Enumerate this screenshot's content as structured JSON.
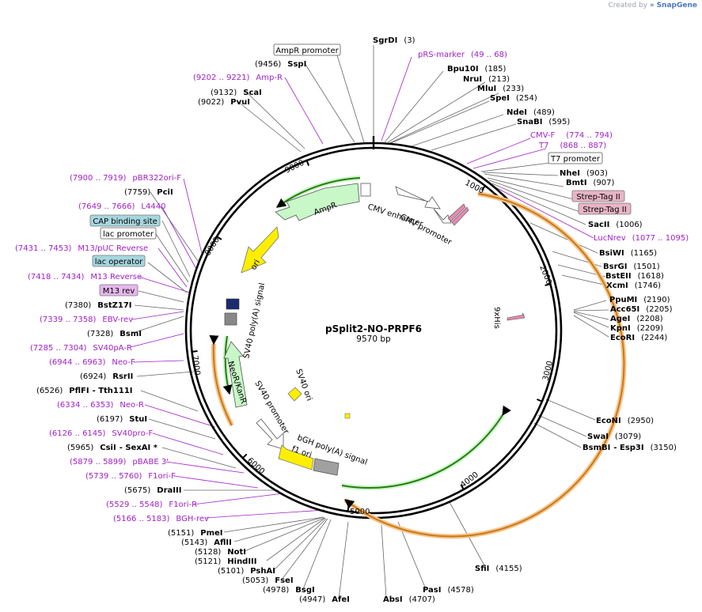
{
  "app": {
    "created_by": "Created by",
    "brand_mark": "»",
    "brand": "SnapGene",
    "colors": {
      "primer": "#a020c8",
      "brand": "#4a78c4"
    }
  },
  "plasmid": {
    "name": "pSplit2-NO-PRPF6",
    "size_label": "9570 bp",
    "length": 9570
  },
  "ticks": [
    "1000",
    "2000",
    "3000",
    "4000",
    "5000",
    "6000",
    "7000",
    "8000",
    "9000"
  ],
  "enzymes": [
    {
      "name": "SgrDI",
      "pos": "(3)"
    },
    {
      "name": "Bpu10I",
      "pos": "(185)"
    },
    {
      "name": "NruI",
      "pos": "(213)"
    },
    {
      "name": "MluI",
      "pos": "(233)"
    },
    {
      "name": "SpeI",
      "pos": "(254)"
    },
    {
      "name": "NdeI",
      "pos": "(489)"
    },
    {
      "name": "SnaBI",
      "pos": "(595)"
    },
    {
      "name": "NheI",
      "pos": "(903)"
    },
    {
      "name": "BmtI",
      "pos": "(907)"
    },
    {
      "name": "SacII",
      "pos": "(1006)"
    },
    {
      "name": "BsiWI",
      "pos": "(1165)"
    },
    {
      "name": "BsrGI",
      "pos": "(1501)"
    },
    {
      "name": "BstEII",
      "pos": "(1618)"
    },
    {
      "name": "XcmI",
      "pos": "(1746)"
    },
    {
      "name": "PpuMI",
      "pos": "(2190)"
    },
    {
      "name": "Acc65I",
      "pos": "(2205)"
    },
    {
      "name": "AgeI",
      "pos": "(2208)"
    },
    {
      "name": "KpnI",
      "pos": "(2209)"
    },
    {
      "name": "EcoRI",
      "pos": "(2244)"
    },
    {
      "name": "EcoNI",
      "pos": "(2950)"
    },
    {
      "name": "SwaI",
      "pos": "(3079)"
    },
    {
      "name": "BsmBI",
      "name2": "Esp3I",
      "pos": "(3150)"
    },
    {
      "name": "SfiI",
      "pos": "(4155)"
    },
    {
      "name": "PasI",
      "pos": "(4578)"
    },
    {
      "name": "AbsI",
      "pos": "(4707)"
    },
    {
      "name": "AfeI",
      "pos": "(4947)"
    },
    {
      "name": "BsgI",
      "pos": "(4978)"
    },
    {
      "name": "FseI",
      "pos": "(5053)"
    },
    {
      "name": "PshAI",
      "pos": "(5101)"
    },
    {
      "name": "HindIII",
      "pos": "(5121)"
    },
    {
      "name": "NotI",
      "pos": "(5128)"
    },
    {
      "name": "AflII",
      "pos": "(5143)"
    },
    {
      "name": "PmeI",
      "pos": "(5151)"
    },
    {
      "name": "DraIII",
      "pos": "(5675)"
    },
    {
      "name": "CsiI",
      "name2": "SexAI *",
      "pos": "(5965)"
    },
    {
      "name": "StuI",
      "pos": "(6197)"
    },
    {
      "name": "PflFI",
      "name2": "Tth111I",
      "pos": "(6526)"
    },
    {
      "name": "RsrII",
      "pos": "(6924)"
    },
    {
      "name": "BsmI",
      "pos": "(7328)"
    },
    {
      "name": "BstZ17I",
      "pos": "(7380)"
    },
    {
      "name": "PciI",
      "pos": "(7759)"
    },
    {
      "name": "PvuI",
      "pos": "(9022)"
    },
    {
      "name": "ScaI",
      "pos": "(9132)"
    },
    {
      "name": "SspI",
      "pos": "(9456)"
    }
  ],
  "primers": [
    {
      "name": "pRS-marker",
      "range": "(49 .. 68)"
    },
    {
      "name": "CMV-F",
      "range": "(774 .. 794)"
    },
    {
      "name": "T7",
      "range": "(868 .. 887)"
    },
    {
      "name": "LucNrev",
      "range": "(1077 .. 1095)"
    },
    {
      "name": "BGH-rev",
      "range": "(5166 .. 5183)"
    },
    {
      "name": "F1ori-R",
      "range": "(5529 .. 5548)"
    },
    {
      "name": "F1ori-F",
      "range": "(5739 .. 5760)"
    },
    {
      "name": "pBABE 3'",
      "range": "(5879 .. 5899)"
    },
    {
      "name": "SV40pro-F",
      "range": "(6126 .. 6145)"
    },
    {
      "name": "Neo-R",
      "range": "(6334 .. 6353)"
    },
    {
      "name": "Neo-F",
      "range": "(6944 .. 6963)"
    },
    {
      "name": "SV40pA-R",
      "range": "(7285 .. 7304)"
    },
    {
      "name": "EBV-rev",
      "range": "(7339 .. 7358)"
    },
    {
      "name": "M13 Reverse",
      "range": "(7418 .. 7434)"
    },
    {
      "name": "M13/pUC Reverse",
      "range": "(7431 .. 7453)"
    },
    {
      "name": "L4440",
      "range": "(7649 .. 7666)"
    },
    {
      "name": "pBR322ori-F",
      "range": "(7900 .. 7919)"
    },
    {
      "name": "Amp-R",
      "range": "(9202 .. 9221)"
    }
  ],
  "boxed_labels": [
    {
      "name": "AmpR promoter",
      "fill": "#ffffff"
    },
    {
      "name": "T7 promoter",
      "fill": "#ffffff"
    },
    {
      "name": "Strep-Tag II",
      "fill": "#e8b4c6"
    },
    {
      "name": "Strep-Tag II",
      "fill": "#e8b4c6"
    },
    {
      "name": "CAP binding site",
      "fill": "#a6d6df"
    },
    {
      "name": "lac promoter",
      "fill": "#ffffff"
    },
    {
      "name": "lac operator",
      "fill": "#a6d6df"
    },
    {
      "name": "M13 rev",
      "fill": "#e6b8ee"
    }
  ],
  "features": [
    {
      "name": "AmpR",
      "color": "#c8f7c8"
    },
    {
      "name": "ori",
      "color": "#ffee00"
    },
    {
      "name": "CMV enhancer",
      "color": "#ffffff"
    },
    {
      "name": "CMV promoter",
      "color": "#ffffff"
    },
    {
      "name": "9xHis",
      "color": "#e58ab0"
    },
    {
      "name": "SV40 poly(A) signal",
      "color": "#888888"
    },
    {
      "name": "NeoR/KanR",
      "color": "#c8f7c8"
    },
    {
      "name": "SV40 ori",
      "color": "#ffee00"
    },
    {
      "name": "SV40 promoter",
      "color": "#ffffff"
    },
    {
      "name": "bGH poly(A) signal",
      "color": "#a0a0a0"
    },
    {
      "name": "f1 ori",
      "color": "#ffee00"
    }
  ]
}
